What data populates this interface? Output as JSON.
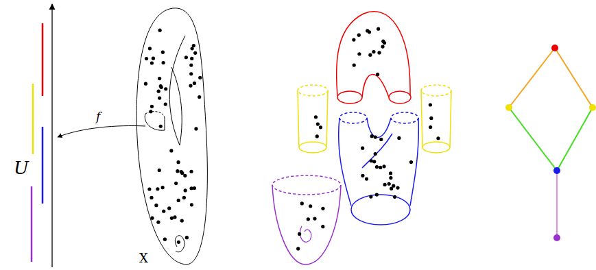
{
  "diagram": {
    "labels": [
      "U",
      "f",
      "X"
    ]
  }
}
